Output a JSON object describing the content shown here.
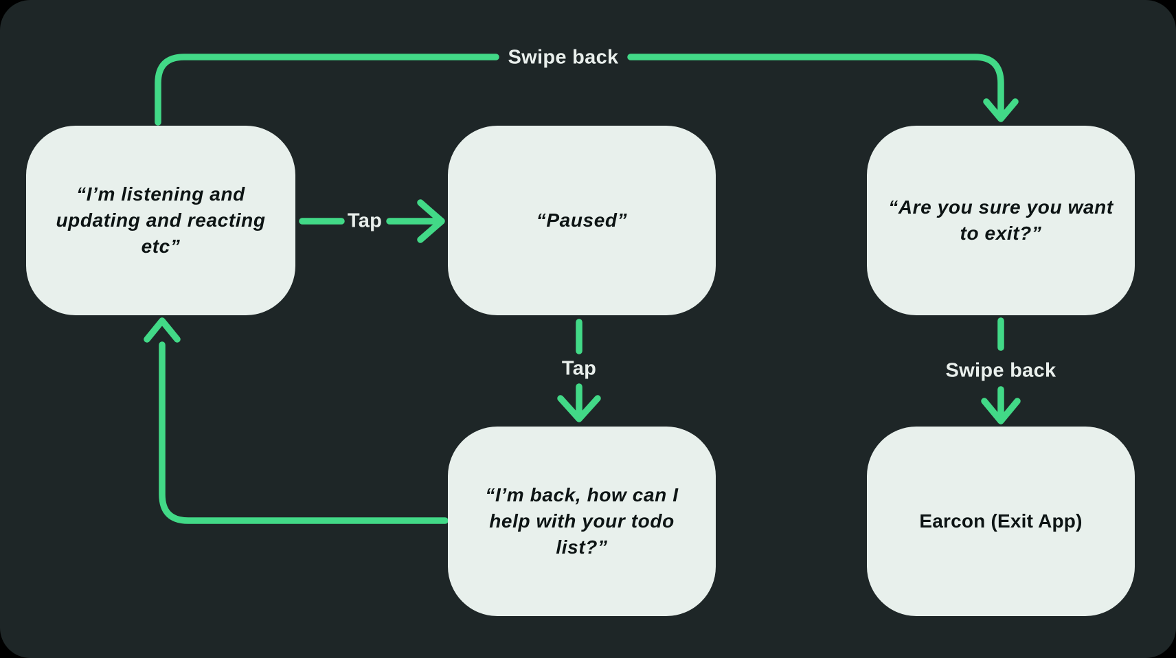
{
  "diagram": {
    "colors": {
      "background": "#1E2627",
      "node_fill": "#E8F0EC",
      "node_text": "#0D1414",
      "arrow": "#42D987",
      "edge_label_text": "#E9EFEC"
    },
    "nodes": [
      {
        "id": "listening",
        "text": "“I’m listening and updating and reacting etc”"
      },
      {
        "id": "paused",
        "text": "“Paused”"
      },
      {
        "id": "exit-confirm",
        "text": "“Are you sure you want to exit?”"
      },
      {
        "id": "im-back",
        "text": "“I’m back, how can I help with your todo list?”"
      },
      {
        "id": "earcon",
        "text": "Earcon (Exit App)"
      }
    ],
    "edges": [
      {
        "from": "listening",
        "to": "exit-confirm",
        "label": "Swipe back"
      },
      {
        "from": "listening",
        "to": "paused",
        "label": "Tap"
      },
      {
        "from": "paused",
        "to": "im-back",
        "label": "Tap"
      },
      {
        "from": "exit-confirm",
        "to": "earcon",
        "label": "Swipe back"
      },
      {
        "from": "im-back",
        "to": "listening",
        "label": ""
      }
    ]
  }
}
